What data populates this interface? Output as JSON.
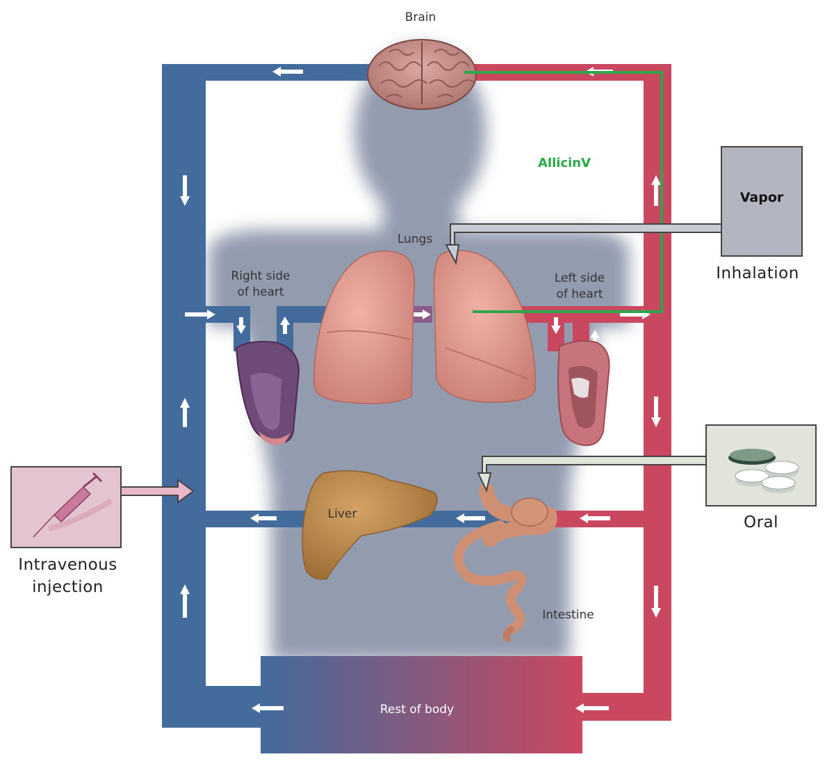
{
  "labels": {
    "brain": "Brain",
    "lungs": "Lungs",
    "right_heart": "Right side\nof heart",
    "left_heart": "Left side\nof heart",
    "liver": "Liver",
    "intestine": "Intestine",
    "rest_of_body": "Rest of body",
    "drug": "AllicinV",
    "vapor": "Vapor",
    "inhalation": "Inhalation",
    "oral": "Oral",
    "iv": "Intravenous\ninjection"
  },
  "colors": {
    "venous": "#436b9c",
    "arterial": "#c9485f",
    "silhouette": "#8e97ab",
    "drug_path": "#2aa84a",
    "organ_lung": "#d9958a",
    "organ_liver": "#b98548",
    "organ_intestine": "#cf8f72",
    "box_gray": "#b3b5c0",
    "box_pink": "#e4c4d0",
    "box_pale": "#e0e4da"
  },
  "icons": {
    "brain": "brain-icon",
    "lungs": "lungs-icon",
    "right_heart": "heart-icon",
    "left_heart": "heart-icon",
    "liver": "liver-icon",
    "intestine": "intestine-icon",
    "syringe": "syringe-icon",
    "tablets": "tablets-icon"
  }
}
